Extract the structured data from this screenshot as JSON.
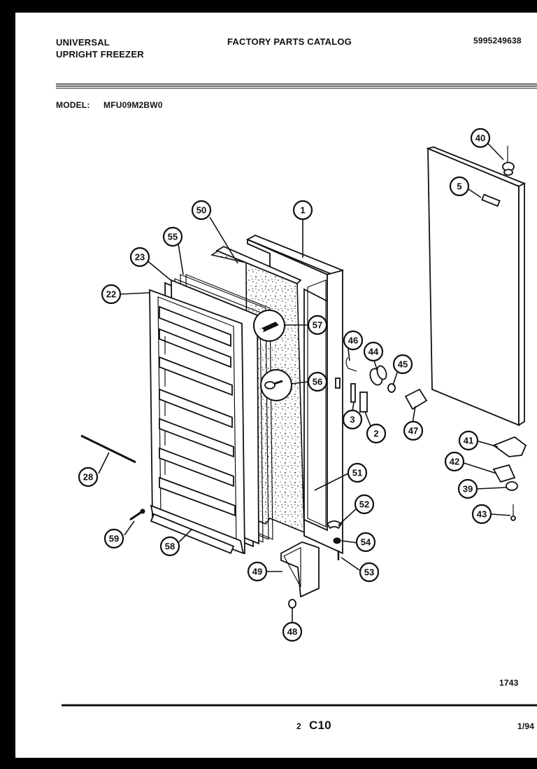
{
  "header": {
    "brand": "UNIVERSAL",
    "product": "UPRIGHT FREEZER",
    "catalog_title": "FACTORY PARTS CATALOG",
    "catalog_number": "5995249638",
    "model_label": "MODEL:",
    "model_value": "MFU09M2BW0"
  },
  "footer": {
    "drawing_number": "1743",
    "page_prefix": "2",
    "page_code": "C10",
    "date": "1/94"
  },
  "callouts": [
    {
      "id": "c1",
      "label": "1"
    },
    {
      "id": "c2",
      "label": "2"
    },
    {
      "id": "c3",
      "label": "3"
    },
    {
      "id": "c5",
      "label": "5"
    },
    {
      "id": "c22",
      "label": "22"
    },
    {
      "id": "c23",
      "label": "23"
    },
    {
      "id": "c28",
      "label": "28"
    },
    {
      "id": "c39",
      "label": "39"
    },
    {
      "id": "c40",
      "label": "40"
    },
    {
      "id": "c41",
      "label": "41"
    },
    {
      "id": "c42",
      "label": "42"
    },
    {
      "id": "c43",
      "label": "43"
    },
    {
      "id": "c44",
      "label": "44"
    },
    {
      "id": "c45",
      "label": "45"
    },
    {
      "id": "c46",
      "label": "46"
    },
    {
      "id": "c47",
      "label": "47"
    },
    {
      "id": "c48",
      "label": "48"
    },
    {
      "id": "c49",
      "label": "49"
    },
    {
      "id": "c50",
      "label": "50"
    },
    {
      "id": "c51",
      "label": "51"
    },
    {
      "id": "c52",
      "label": "52"
    },
    {
      "id": "c53",
      "label": "53"
    },
    {
      "id": "c54",
      "label": "54"
    },
    {
      "id": "c55",
      "label": "55"
    },
    {
      "id": "c56",
      "label": "56"
    },
    {
      "id": "c57",
      "label": "57"
    },
    {
      "id": "c58",
      "label": "58"
    },
    {
      "id": "c59",
      "label": "59"
    }
  ]
}
